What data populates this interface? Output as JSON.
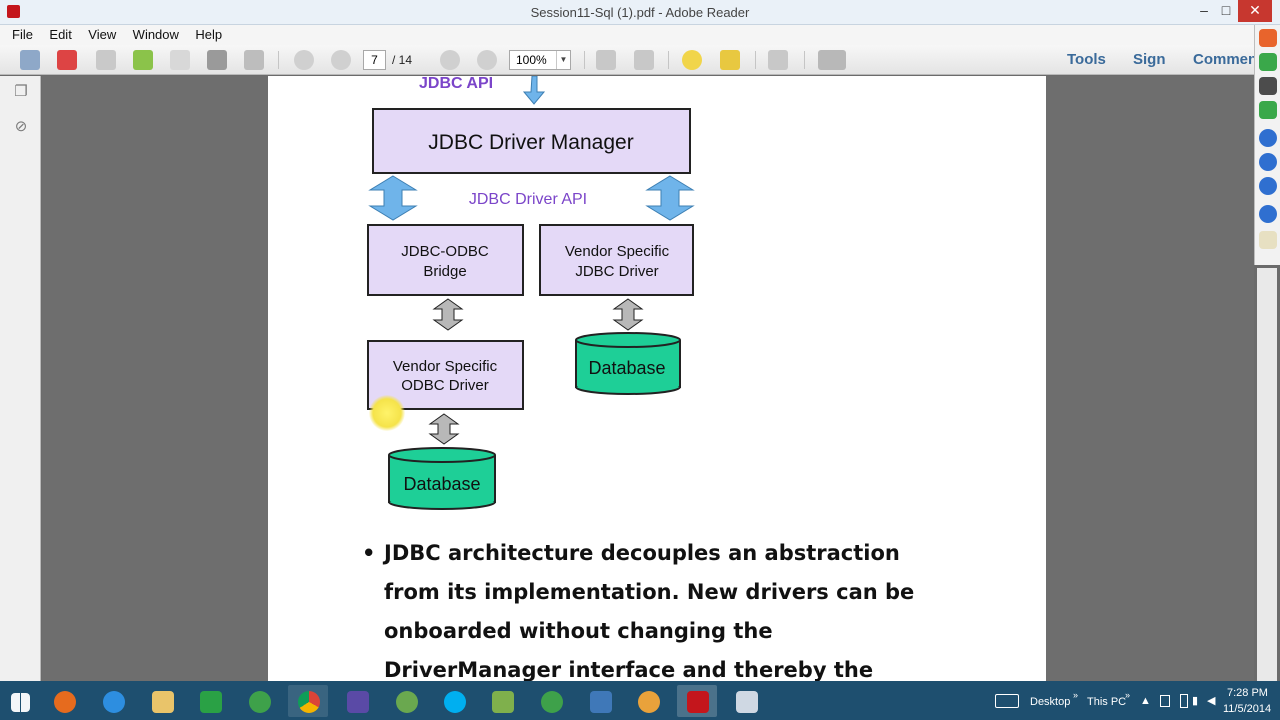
{
  "window": {
    "title": "Session11-Sql (1).pdf - Adobe Reader"
  },
  "menu": [
    "File",
    "Edit",
    "View",
    "Window",
    "Help"
  ],
  "toolbar": {
    "page_current": "7",
    "page_total": "/ 14",
    "zoom": "100%",
    "tools_label": "Tools",
    "sign_label": "Sign",
    "comment_label": "Commen"
  },
  "diagram": {
    "jdbc_api": "JDBC API",
    "driver_manager": "JDBC Driver Manager",
    "driver_api": "JDBC Driver API",
    "bridge_line1": "JDBC-ODBC",
    "bridge_line2": "Bridge",
    "vendor_jdbc_line1": "Vendor Specific",
    "vendor_jdbc_line2": "JDBC Driver",
    "vendor_odbc_line1": "Vendor Specific",
    "vendor_odbc_line2": "ODBC Driver",
    "database_right": "Database",
    "database_left": "Database"
  },
  "bullet": {
    "line1": "JDBC architecture decouples an abstraction",
    "line2": "from its implementation. New drivers can be",
    "line3": "onboarded without changing the",
    "line4": "DriverManager interface and thereby the"
  },
  "taskbar": {
    "desktop_label": "Desktop",
    "thispc_label": "This PC",
    "time": "7:28 PM",
    "date": "11/5/2014"
  },
  "colors": {
    "box_fill": "#e4d9f7",
    "db_fill": "#1ecf97",
    "arrow_blue": "#6fb4ea",
    "label_purple": "#7b45c9",
    "taskbar": "#1e4f6f"
  }
}
